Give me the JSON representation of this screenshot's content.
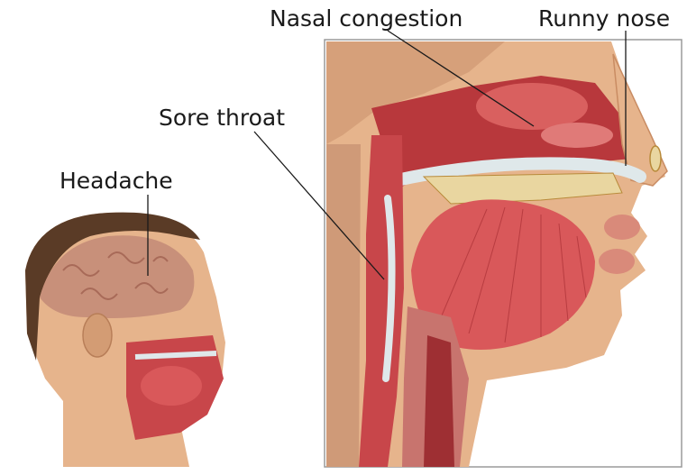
{
  "labels": {
    "nasal_congestion": "Nasal congestion",
    "runny_nose": "Runny nose",
    "sore_throat": "Sore throat",
    "headache": "Headache"
  },
  "colors": {
    "skin": "#e6b48c",
    "skin_shadow": "#c98c63",
    "tissue_red": "#c8464a",
    "tissue_pink": "#e07a78",
    "tongue": "#d9585a",
    "mucus": "#dfe8ea",
    "brain": "#c8907a",
    "hair": "#5a3b26",
    "bone": "#e9d6a0",
    "frame": "#9a9a9a"
  }
}
